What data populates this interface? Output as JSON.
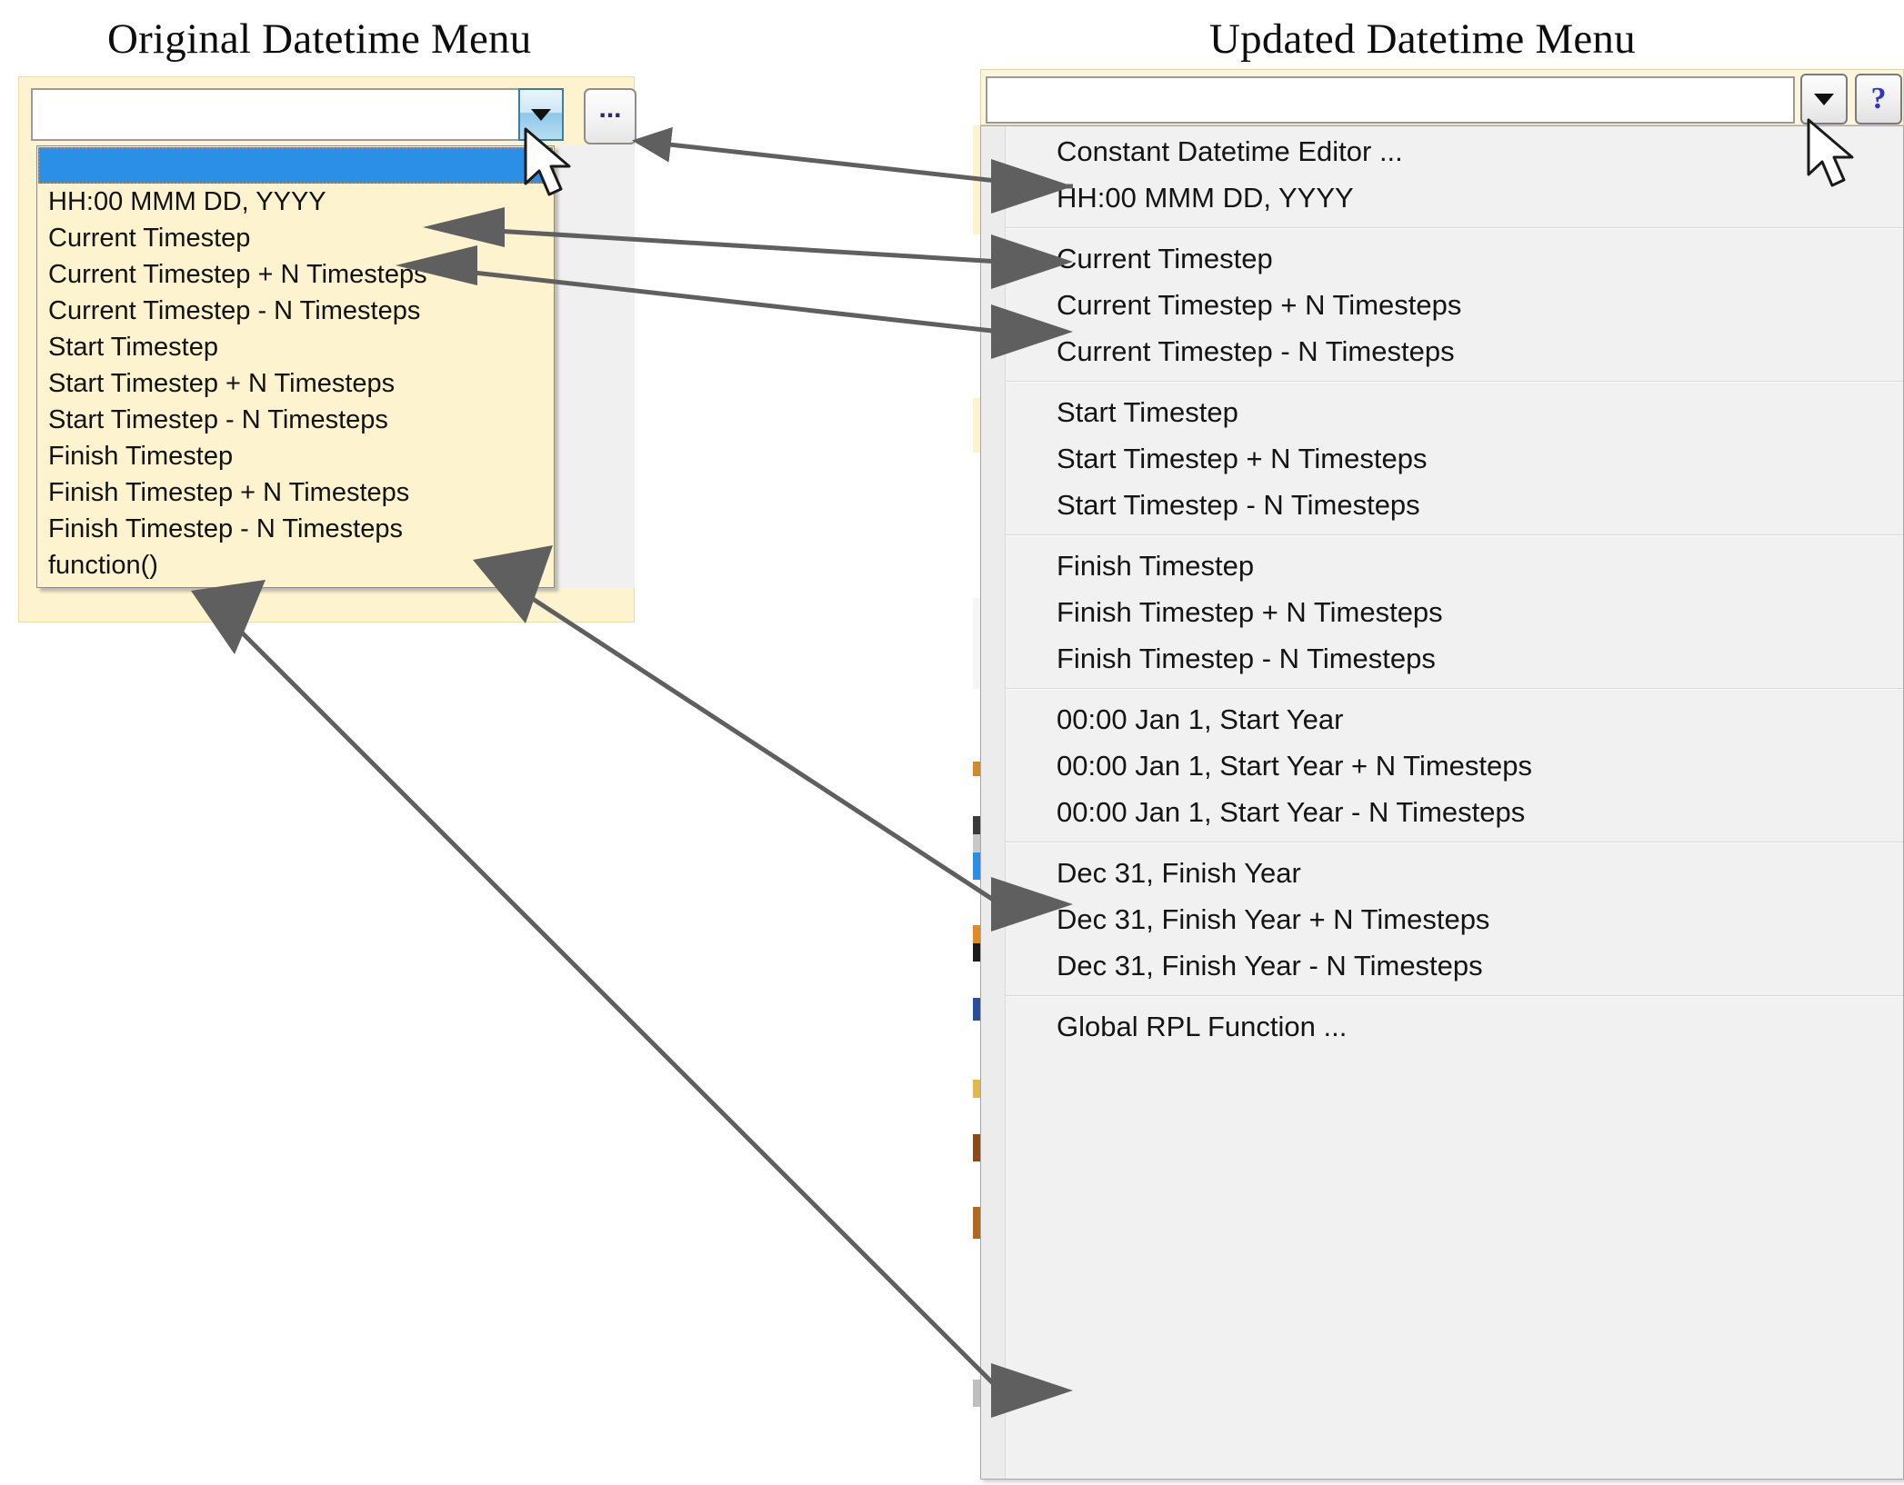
{
  "titles": {
    "left": "Original Datetime Menu",
    "right": "Updated Datetime Menu"
  },
  "left_panel": {
    "combo": {
      "value": "",
      "placeholder": "",
      "dropdown_icon": "chevron-down-icon",
      "ellipsis_label": "...",
      "ellipsis_icon": "ellipsis-icon"
    },
    "selected_index": 0,
    "selected_value": "",
    "options": [
      "HH:00 MMM DD, YYYY",
      "Current Timestep",
      "Current Timestep + N Timesteps",
      "Current Timestep - N Timesteps",
      "Start Timestep",
      "Start Timestep + N Timesteps",
      "Start Timestep - N Timesteps",
      "Finish Timestep",
      "Finish Timestep + N Timesteps",
      "Finish Timestep - N Timesteps",
      "function()"
    ]
  },
  "right_panel": {
    "combo": {
      "value": "",
      "placeholder": "",
      "dropdown_icon": "chevron-down-icon",
      "help_label": "?",
      "help_icon": "question-mark-icon"
    },
    "menu_groups": [
      {
        "items": [
          "Constant Datetime Editor ...",
          "HH:00 MMM DD, YYYY"
        ]
      },
      {
        "items": [
          "Current Timestep",
          "Current Timestep + N Timesteps",
          "Current Timestep - N Timesteps"
        ]
      },
      {
        "items": [
          "Start Timestep",
          "Start Timestep + N Timesteps",
          "Start Timestep - N Timesteps"
        ]
      },
      {
        "items": [
          "Finish Timestep",
          "Finish Timestep + N Timesteps",
          "Finish Timestep - N Timesteps"
        ]
      },
      {
        "items": [
          "00:00 Jan 1, Start Year",
          "00:00 Jan 1, Start Year + N Timesteps",
          "00:00 Jan 1, Start Year - N Timesteps"
        ]
      },
      {
        "items": [
          "Dec 31, Finish Year",
          "Dec 31, Finish Year + N Timesteps",
          "Dec 31, Finish Year - N Timesteps"
        ]
      },
      {
        "items": [
          "Global RPL Function ..."
        ]
      }
    ]
  },
  "annotations": {
    "arrow_color": "#5f5f5f",
    "mappings": [
      {
        "from": "ellipsis-button",
        "to": "Constant Datetime Editor ..."
      },
      {
        "from": "HH:00 MMM DD, YYYY",
        "to": "HH:00 MMM DD, YYYY"
      },
      {
        "from": "Current Timestep",
        "to": "Current Timestep"
      },
      {
        "from": "Finish Timestep - N Timesteps",
        "to": "Finish Timestep - N Timesteps"
      },
      {
        "from": "function()",
        "to": "Global RPL Function ..."
      }
    ]
  },
  "colors": {
    "cream": "#fdf3cf",
    "selection_blue": "#2b8fe8",
    "menu_background": "#f1f1f1",
    "help_blue": "#3333cc",
    "arrow_gray": "#5f5f5f"
  }
}
